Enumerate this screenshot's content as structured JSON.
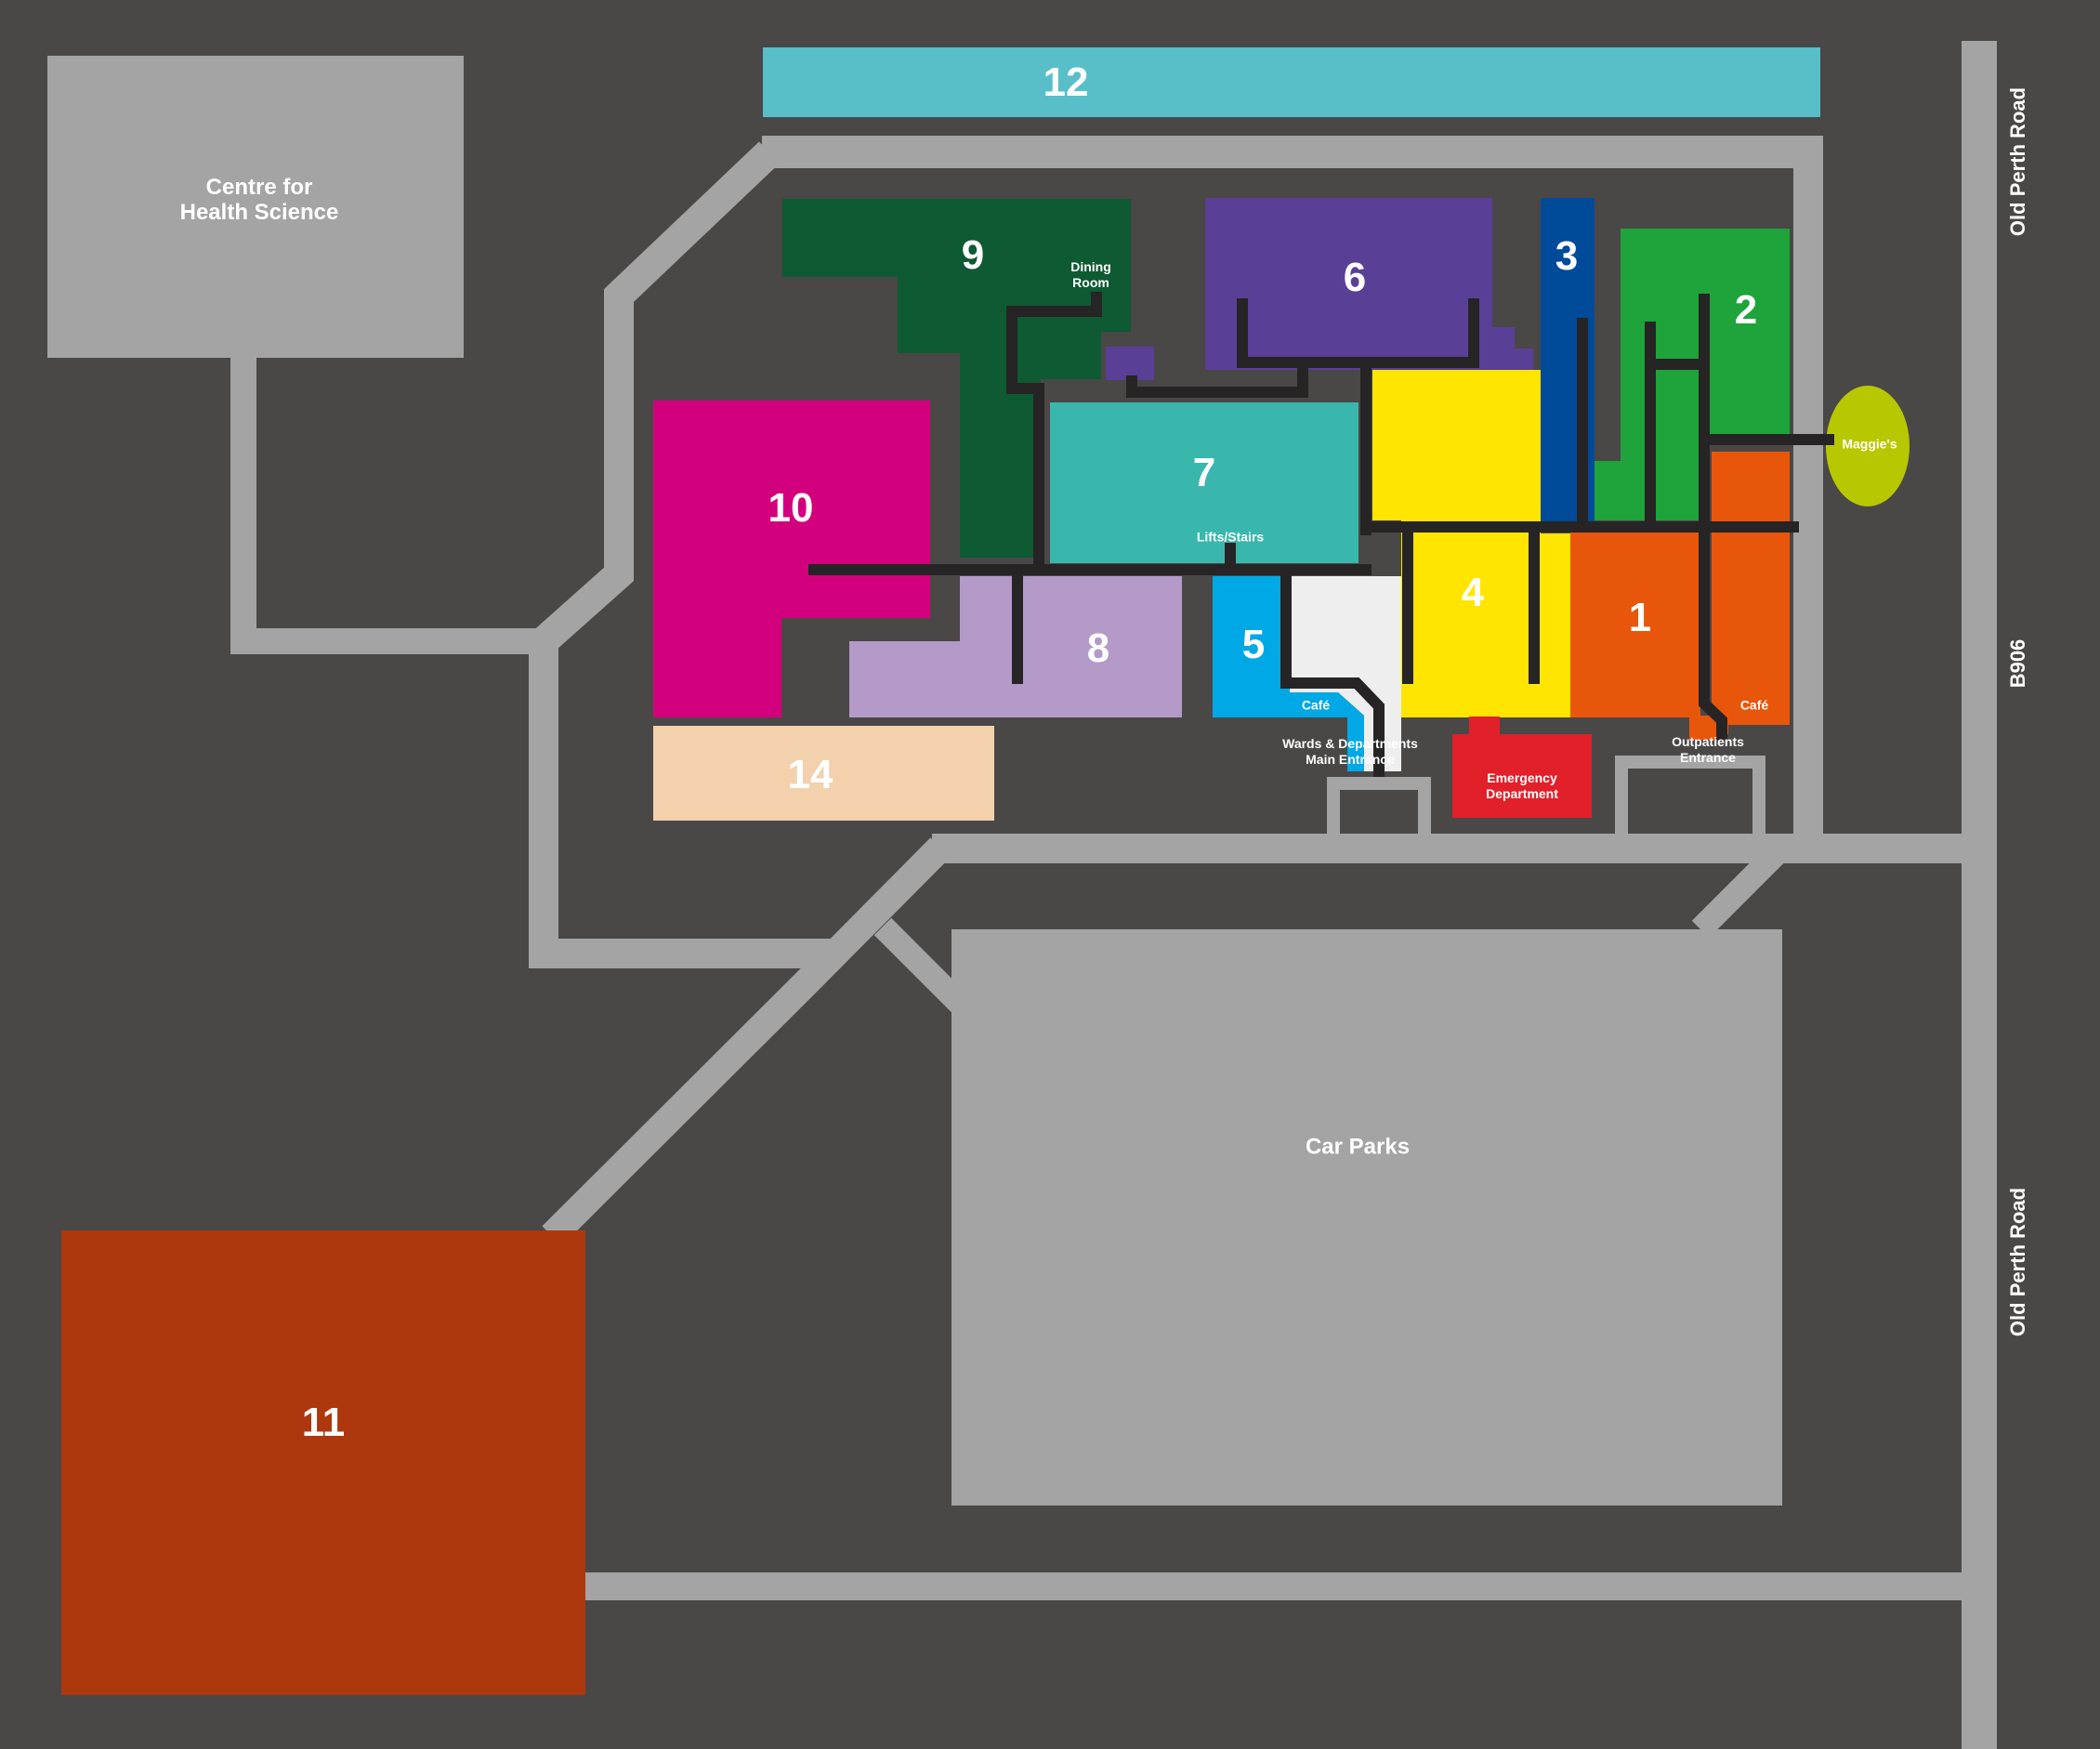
{
  "buildings": {
    "b1": "1",
    "b2": "2",
    "b3": "3",
    "b4": "4",
    "b5": "5",
    "b6": "6",
    "b7": "7",
    "b8": "8",
    "b9": "9",
    "b10": "10",
    "b11": "11",
    "b12": "12",
    "b14": "14"
  },
  "places": {
    "health_science": "Centre for\nHealth Science",
    "car_parks": "Car Parks",
    "maggies": "Maggie's",
    "dining_room": "Dining\nRoom",
    "lifts_stairs": "Lifts/Stairs",
    "cafe_main": "Café",
    "cafe_outpatients": "Café",
    "main_entrance": "Wards & Departments\nMain Entrance",
    "outpatients_entrance": "Outpatients\nEntrance",
    "emergency": "Emergency\nDepartment"
  },
  "roads": {
    "old_perth_top": "Old Perth Road",
    "b906": "B906",
    "old_perth_bottom": "Old Perth Road"
  },
  "colors": {
    "background": "#4a4747",
    "road": "#a3a4a3",
    "corridor": "#262424",
    "building_1": "#e8560c",
    "building_2": "#1ea43a",
    "building_3": "#004a9a",
    "building_4": "#ffe500",
    "building_5": "#00a8e6",
    "building_6": "#5a3f96",
    "building_7": "#39b7ad",
    "building_8": "#b49ac8",
    "building_9": "#0e5a32",
    "building_10": "#d3007d",
    "building_11": "#ad380d",
    "building_12": "#58bfc9",
    "building_14": "#f3d1ac",
    "emergency": "#e2202a",
    "maggies": "#b8c800",
    "main_entrance_hall": "#eeeeee"
  }
}
